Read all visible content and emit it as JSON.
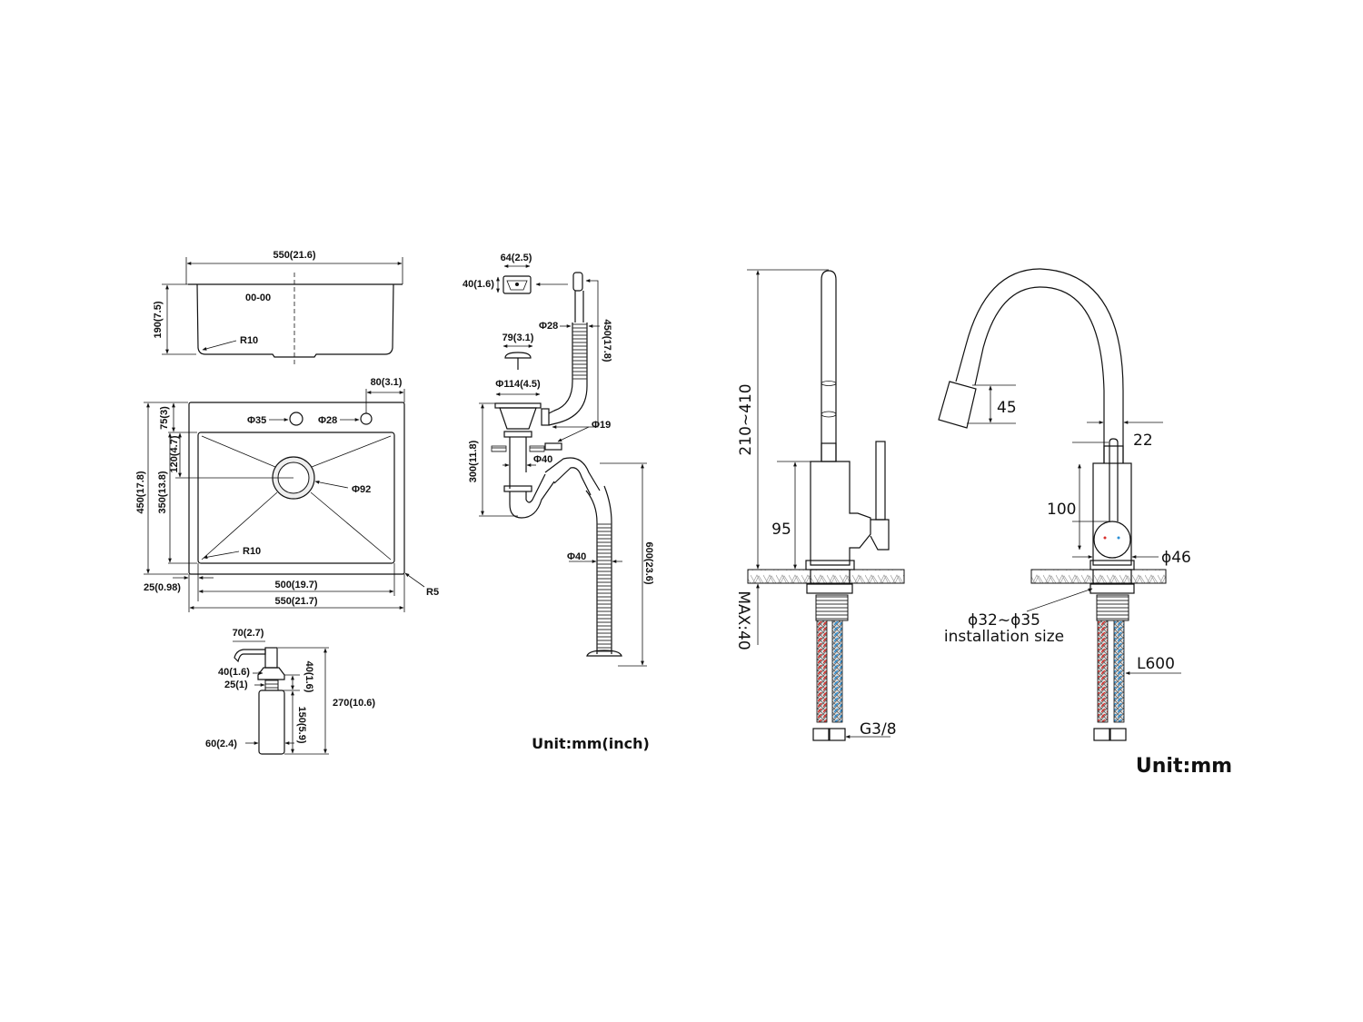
{
  "sink_side": {
    "width": "550(21.6)",
    "height": "190(7.5)",
    "radius": "R10"
  },
  "sink_top": {
    "hole_offset": "80(3.1)",
    "hole1": "Φ35",
    "hole2": "Φ28",
    "depth_total": "450(17.8)",
    "depth_inner": "350(13.8)",
    "drain_offset": "120(4.7)",
    "top_margin": "75(3)",
    "drain": "Φ92",
    "inner_radius": "R10",
    "outer_radius": "R5",
    "side_margin": "25(0.98)",
    "inner_width": "500(19.7)",
    "outer_width": "550(21.7)"
  },
  "dispenser": {
    "spout": "70(2.7)",
    "collar": "40(1.6)",
    "thread": "25(1)",
    "body_dia": "60(2.4)",
    "thread_len": "40(1.6)",
    "body_len": "150(5.9)",
    "total": "270(10.6)"
  },
  "drain_kit": {
    "overflow_w": "64(2.5)",
    "overflow_h": "40(1.6)",
    "hose_dia": "Φ28",
    "hose_len": "450(17.8)",
    "strainer": "79(3.1)",
    "basket": "Φ114(4.5)",
    "depth": "300(11.8)",
    "inlet": "Φ19",
    "pipe": "Φ40",
    "outlet_hose": "Φ40",
    "outlet_len": "600(23.6)",
    "unit": "Unit:mm(inch)"
  },
  "faucet_side": {
    "height": "210~410",
    "body": "95",
    "max_thickness": "MAX:40",
    "connector": "G3/8"
  },
  "faucet_front": {
    "head": "45",
    "tube": "22",
    "body": "100",
    "base_dia": "ϕ46",
    "hole": "ϕ32~ϕ35",
    "hole_note": "installation size",
    "hose": "L600",
    "unit": "Unit:mm"
  },
  "colors": {
    "hot": "#d9302c",
    "cold": "#2a8fd6",
    "line": "#111111"
  }
}
